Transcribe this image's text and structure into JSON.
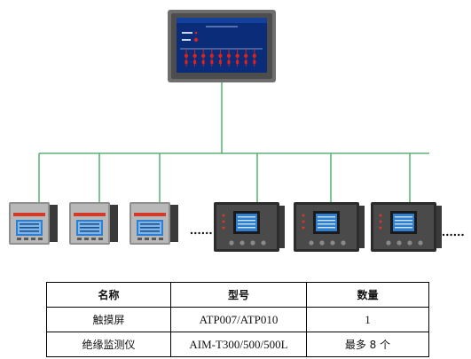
{
  "colors": {
    "bus_line": "#3aa55a",
    "hmi_frame": "#6e6e6e",
    "hmi_screen": "#0b2c78",
    "hmi_alarm": "#e0201a",
    "device_body": "#8f8f8f",
    "device_screen": "#2f7fd0"
  },
  "diagram": {
    "touchscreen_icon": "touchscreen-hmi-icon",
    "square_meter_icon": "panel-meter-icon",
    "wide_meter_icon": "din-monitor-icon",
    "square_meters": 3,
    "wide_meters": 3
  },
  "table": {
    "headers": [
      "名称",
      "型号",
      "数量"
    ],
    "rows": [
      [
        "触摸屏",
        "ATP007/ATP010",
        "1"
      ],
      [
        "绝缘监测仪",
        "AIM-T300/500/500L",
        "最多 8 个"
      ]
    ]
  }
}
